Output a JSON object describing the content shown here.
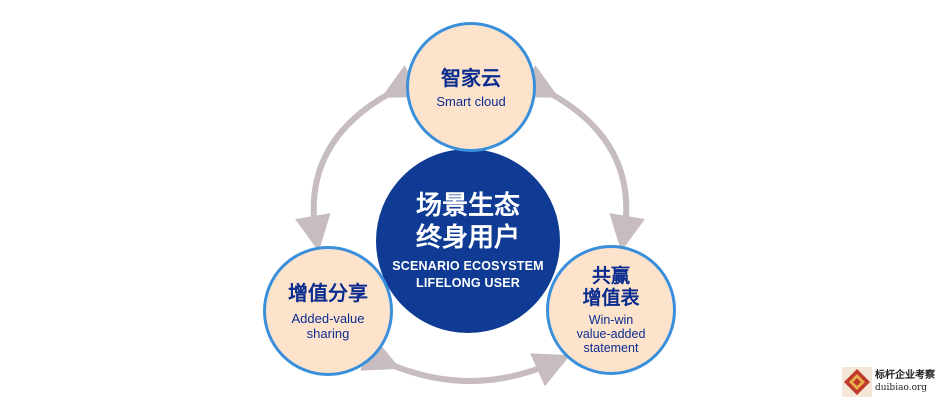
{
  "nodes": {
    "center": {
      "zh_line1": "场景生态",
      "zh_line2": "终身用户",
      "en_line1": "SCENARIO ECOSYSTEM",
      "en_line2": "LIFELONG USER"
    },
    "top": {
      "zh": "智家云",
      "en": "Smart cloud"
    },
    "left": {
      "zh": "增值分享",
      "en_line1": "Added-value",
      "en_line2": "sharing"
    },
    "right": {
      "zh_line1": "共赢",
      "zh_line2": "增值表",
      "en_line1": "Win-win",
      "en_line2": "value-added",
      "en_line3": "statement"
    }
  },
  "watermark": {
    "zh": "标杆企业考察",
    "en": "duibiao.org"
  },
  "colors": {
    "center_fill": "#0f3b94",
    "outer_fill": "#fde3cc",
    "outer_border": "#3a8fdb",
    "outer_text": "#0b2d8f",
    "arrow": "#c7bcc0"
  }
}
